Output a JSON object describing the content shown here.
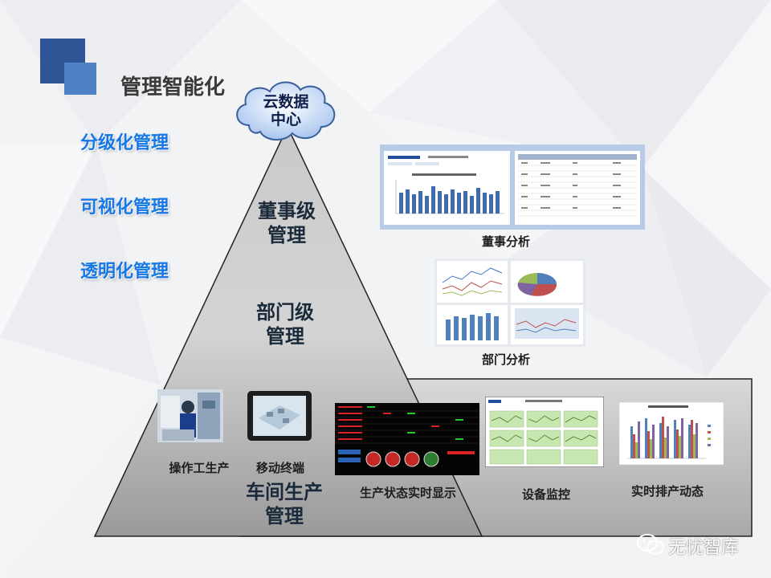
{
  "title": "管理智能化",
  "left_items": [
    "分级化管理",
    "可视化管理",
    "透明化管理"
  ],
  "cloud": {
    "line1": "云数据",
    "line2": "中心"
  },
  "tiers": {
    "board": [
      "董事级",
      "管理"
    ],
    "dept": [
      "部门级",
      "管理"
    ],
    "workshop": [
      "车间生产",
      "管理"
    ]
  },
  "captions": {
    "board_analysis": "董事分析",
    "dept_analysis": "部门分析",
    "operator": "操作工生产",
    "mobile": "移动终端",
    "realtime_status": "生产状态实时显示",
    "equipment": "设备监控",
    "scheduling": "实时排产动态"
  },
  "watermark": "无忧智库",
  "colors": {
    "accent_blue": "#1677e6",
    "square_dark": "#2f5597",
    "square_light": "#4f81c7"
  }
}
